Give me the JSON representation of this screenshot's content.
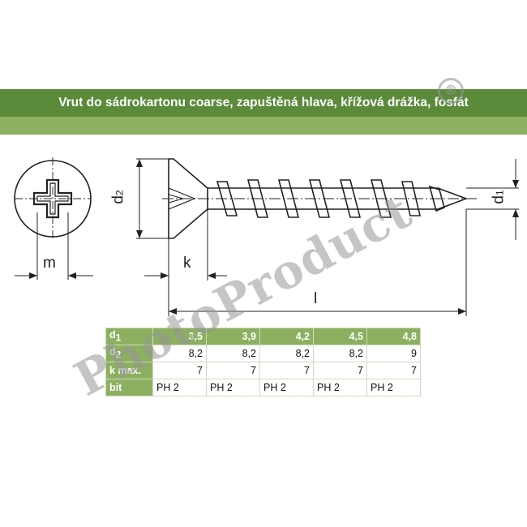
{
  "title": "Vrut do sádrokartonu coarse, zapuštěná hlava, křížová drážka, fosfát",
  "colors": {
    "dark_green": "#5a8a3a",
    "light_green": "#8cb060",
    "line": "#222222"
  },
  "labels": {
    "m": "m",
    "k": "k",
    "l": "l",
    "d2_main": "d",
    "d2_sub": "2",
    "d1_main": "d",
    "d1_sub": "1"
  },
  "table": {
    "rows": [
      {
        "head_main": "d",
        "head_sub": "1",
        "values": [
          "3,5",
          "3,9",
          "4,2",
          "4,5",
          "4,8"
        ]
      },
      {
        "head_main": "d",
        "head_sub": "2",
        "values": [
          "8,2",
          "8,2",
          "8,2",
          "8,2",
          "9"
        ]
      },
      {
        "head_main": "k max.",
        "head_sub": "",
        "values": [
          "7",
          "7",
          "7",
          "7",
          "7"
        ]
      },
      {
        "head_main": "bit",
        "head_sub": "",
        "values": [
          "PH 2",
          "PH 2",
          "PH 2",
          "PH 2",
          "PH 2"
        ]
      }
    ]
  },
  "watermark": {
    "text": "PhotoProduct",
    "symbol": "®"
  }
}
